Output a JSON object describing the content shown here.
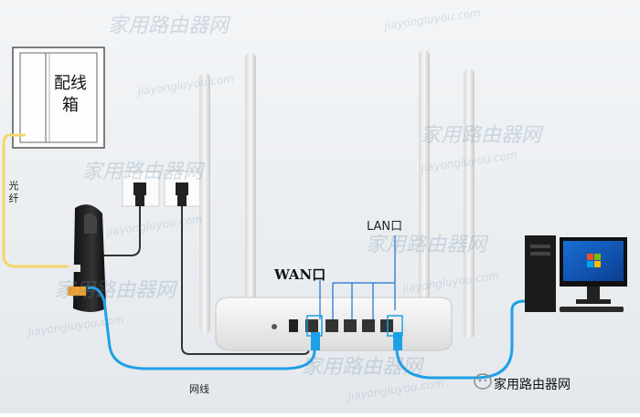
{
  "labels": {
    "distribution_box": "配线箱",
    "fiber": "光纤",
    "lan_port": "LAN口",
    "wan_port": "WAN口",
    "network_cable": "网线",
    "brand": "家用路由器网"
  },
  "watermark": {
    "text": "家用路由器网",
    "url": "jiayongluyou.com"
  },
  "colors": {
    "cable_blue": "#1ea0e6",
    "fiber_yellow": "#f5d66a",
    "background": "#eef1f4"
  }
}
